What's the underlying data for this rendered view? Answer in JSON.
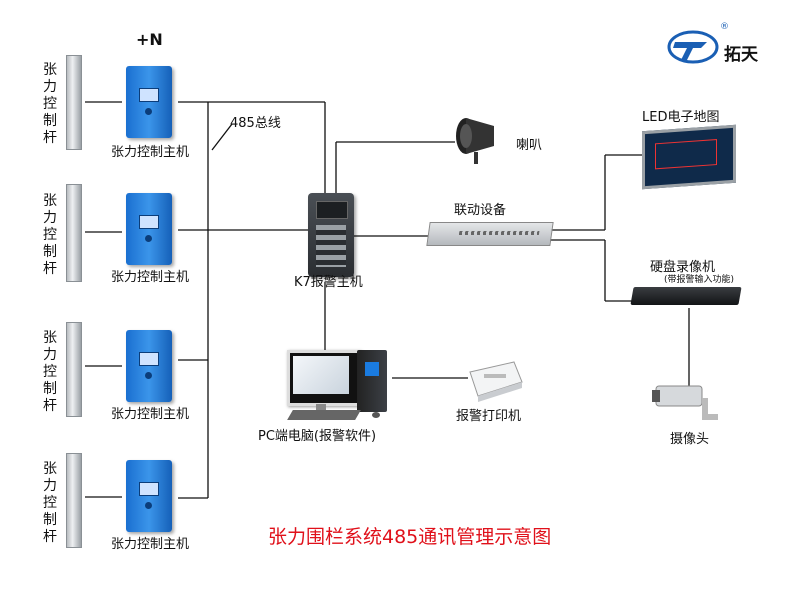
{
  "brand": {
    "name": "拓天",
    "registered_mark": "®",
    "logo_icon": "tuotian-logo-icon"
  },
  "power_label": "+N",
  "bus_label": "485总线",
  "pole_label": "张力控制杆",
  "controllers": [
    {
      "label": "张力控制主机"
    },
    {
      "label": "张力控制主机"
    },
    {
      "label": "张力控制主机"
    },
    {
      "label": "张力控制主机"
    }
  ],
  "alarm_host": {
    "label": "K7报警主机"
  },
  "speaker": {
    "label": "喇叭"
  },
  "linkage": {
    "label": "联动设备"
  },
  "led_map": {
    "label": "LED电子地图"
  },
  "dvr": {
    "label": "硬盘录像机",
    "sublabel": "(带报警输入功能)"
  },
  "camera": {
    "label": "摄像头"
  },
  "pc": {
    "label": "PC端电脑(报警软件)"
  },
  "printer": {
    "label": "报警打印机"
  },
  "title": "张力围栏系统485通讯管理示意图",
  "colors": {
    "title": "#e0101a",
    "controller": "#2a86e0",
    "wire": "#111111"
  }
}
